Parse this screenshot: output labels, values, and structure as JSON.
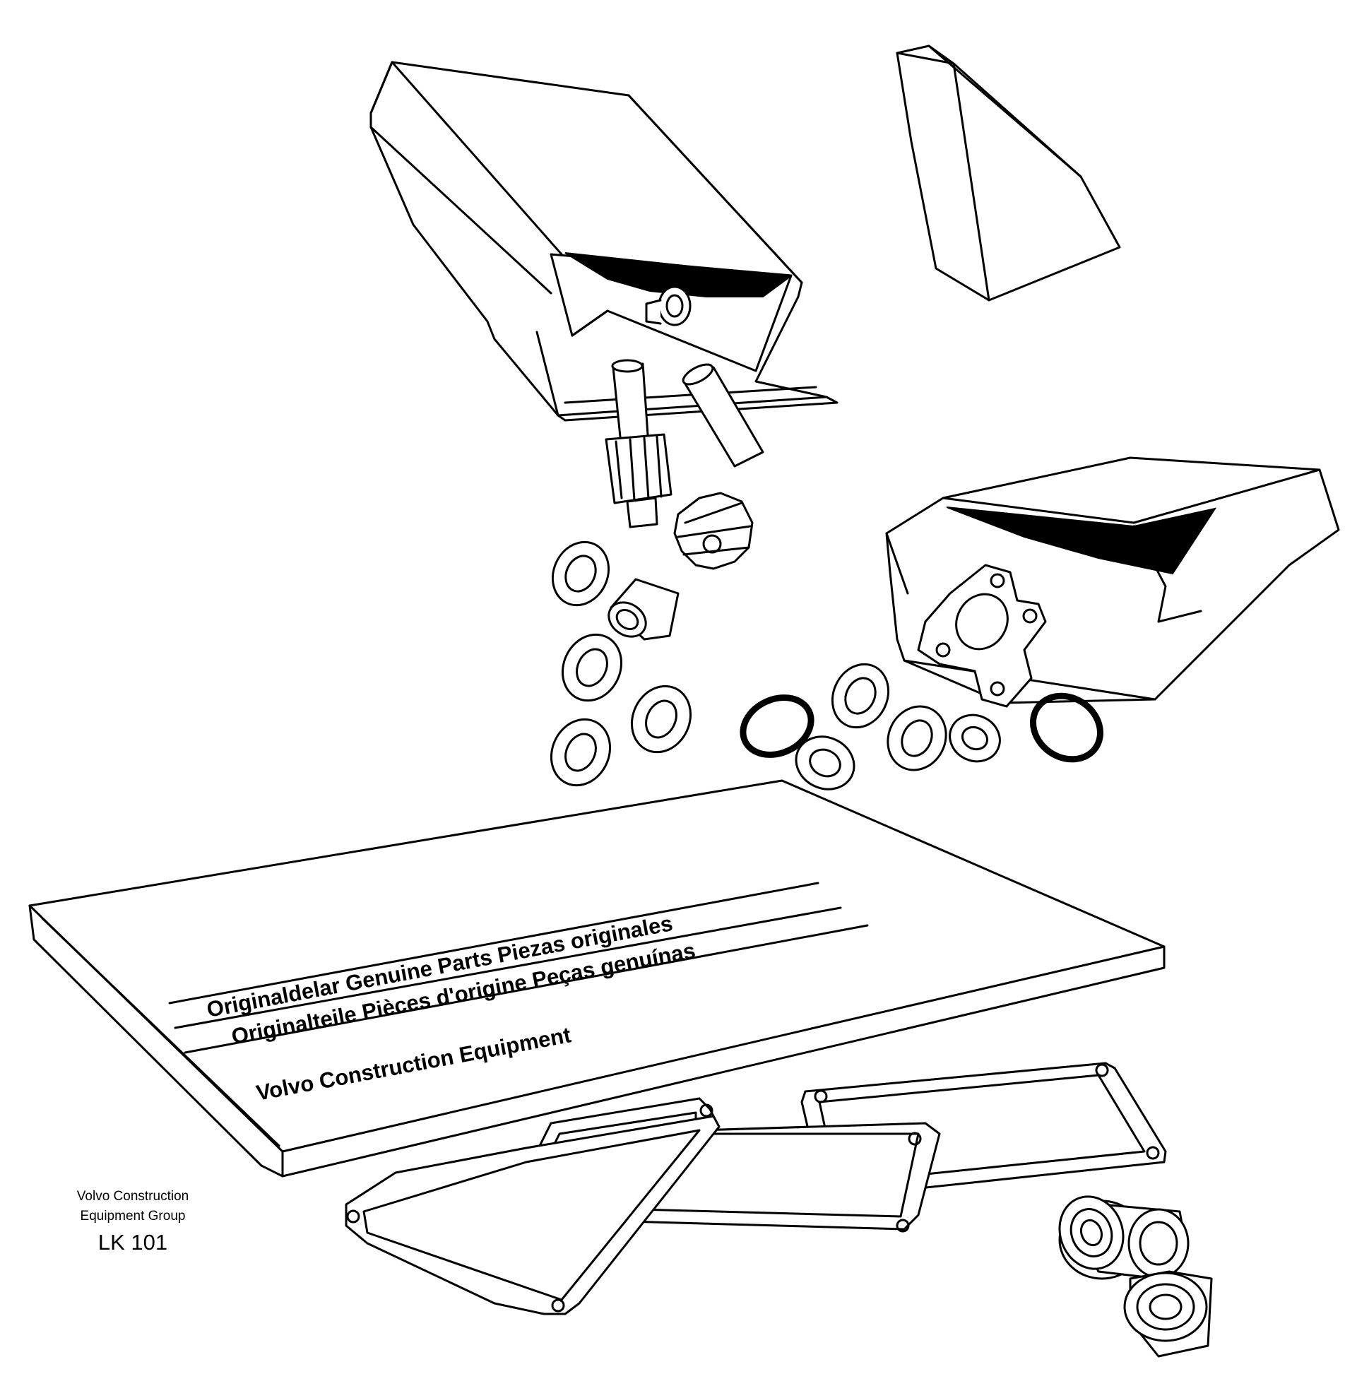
{
  "book": {
    "line1": "Originaldelar Genuine Parts Piezas originales",
    "line2": "Originalteile Pièces d'origine Peças genuínas",
    "brand": "Volvo Construction Equipment"
  },
  "caption": {
    "org_line1": "Volvo Construction",
    "org_line2": "Equipment Group",
    "code": "LK 101"
  }
}
